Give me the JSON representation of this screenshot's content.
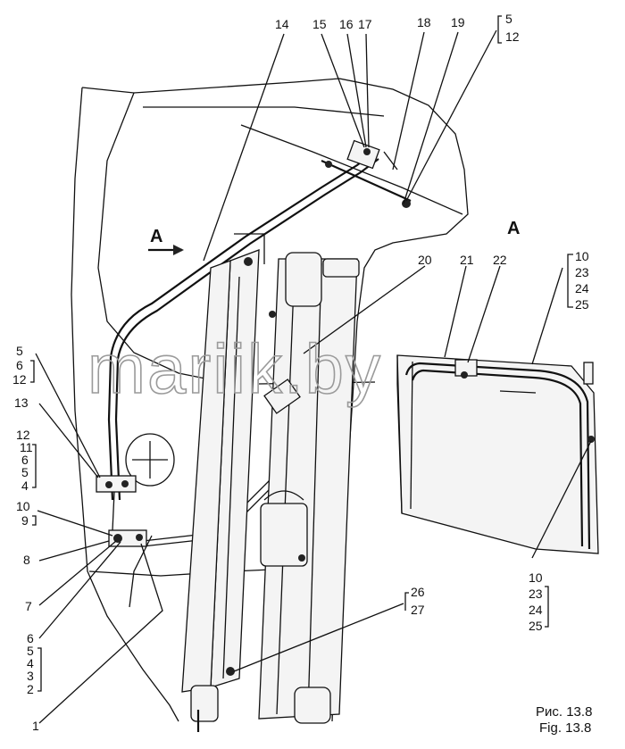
{
  "view_label": "A",
  "arrow_label": "A",
  "watermark": "mariik.by",
  "caption": {
    "ru": "Рис. 13.8",
    "en": "Fig. 13.8"
  },
  "callouts": {
    "c14": "14",
    "c15": "15",
    "c16": "16",
    "c17": "17",
    "c18": "18",
    "c19": "19",
    "c5_12": [
      "5",
      "12"
    ],
    "c20": "20",
    "c21": "21",
    "c22": "22",
    "c10_25_top": [
      "10",
      "23",
      "24",
      "25"
    ],
    "c10_25_bottom": [
      "10",
      "23",
      "24",
      "25"
    ],
    "c5_6_12": [
      "5",
      "6",
      "12"
    ],
    "c13": "13",
    "c12_4": [
      "12",
      "11",
      "6",
      "5",
      "4"
    ],
    "c10_9": [
      "10",
      "9"
    ],
    "c8": "8",
    "c7": "7",
    "c6_2": [
      "6",
      "5",
      "4",
      "3",
      "2"
    ],
    "c1": "1",
    "c26_27": [
      "26",
      "27"
    ]
  }
}
